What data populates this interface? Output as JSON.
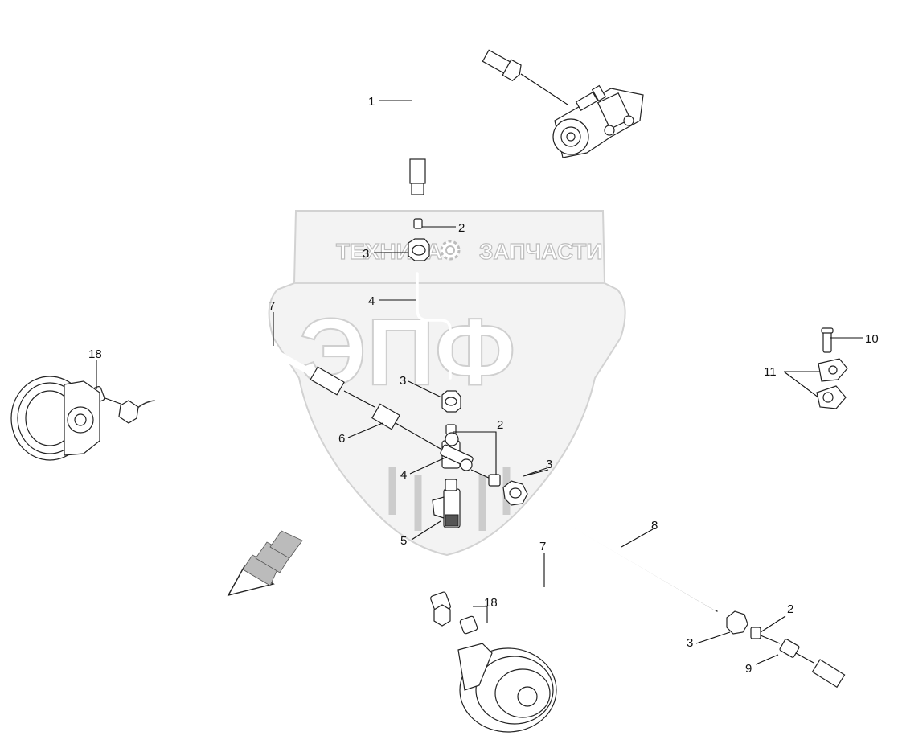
{
  "watermark": {
    "line1_left": "ТЕХНИКА",
    "line1_right": "ЗАПЧАСТИ",
    "logo": "ЭПФ"
  },
  "callouts": [
    {
      "id": "c1",
      "label": "1"
    },
    {
      "id": "c2a",
      "label": "2"
    },
    {
      "id": "c3a",
      "label": "3"
    },
    {
      "id": "c4a",
      "label": "4"
    },
    {
      "id": "c7a",
      "label": "7"
    },
    {
      "id": "c18a",
      "label": "18"
    },
    {
      "id": "c3b",
      "label": "3"
    },
    {
      "id": "c6",
      "label": "6"
    },
    {
      "id": "c2b",
      "label": "2"
    },
    {
      "id": "c4b",
      "label": "4"
    },
    {
      "id": "c3c",
      "label": "3"
    },
    {
      "id": "c5",
      "label": "5"
    },
    {
      "id": "c8",
      "label": "8"
    },
    {
      "id": "c7b",
      "label": "7"
    },
    {
      "id": "c18b",
      "label": "18"
    },
    {
      "id": "c2c",
      "label": "2"
    },
    {
      "id": "c3d",
      "label": "3"
    },
    {
      "id": "c9",
      "label": "9"
    },
    {
      "id": "c10",
      "label": "10"
    },
    {
      "id": "c11",
      "label": "11"
    }
  ],
  "icons": {
    "direction_arrow": "forward-direction-arrow-icon",
    "gear": "gear-icon"
  }
}
